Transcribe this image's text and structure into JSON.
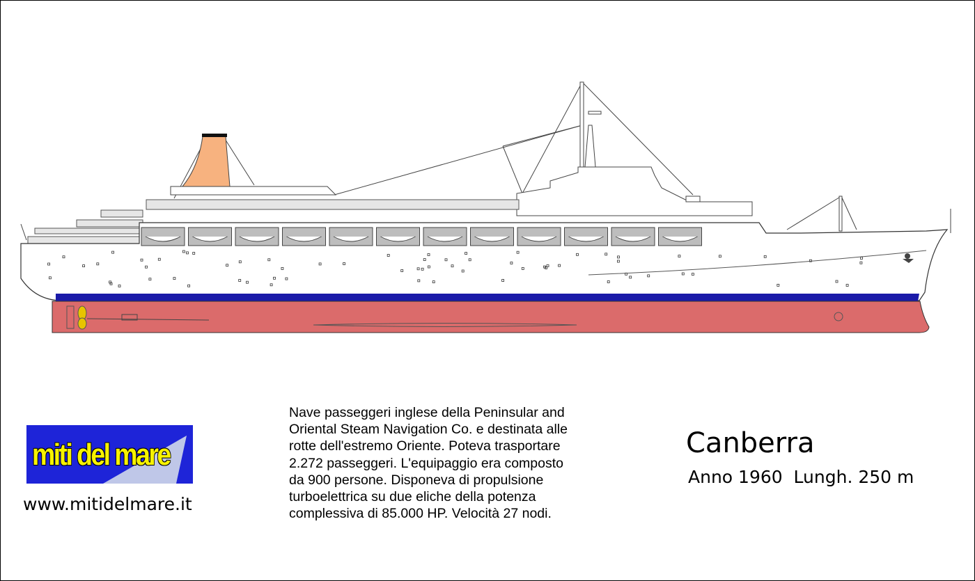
{
  "logo": {
    "text": "miti del mare"
  },
  "website": "www.mitidelmare.it",
  "description_lines": [
    "Nave passeggeri inglese della Peninsular and",
    "Oriental Steam Navigation Co. e destinata alle",
    "rotte dell'estremo Oriente. Poteva trasportare",
    "2.272 passeggeri. L'equipaggio era composto",
    "da 900 persone. Disponeva di propulsione",
    "turboelettrica su due eliche della potenza",
    "complessiva di 85.000 HP. Velocità 27 nodi."
  ],
  "ship": {
    "name": "Canberra",
    "info": "Anno 1960  Lungh. 250 m"
  },
  "colors": {
    "hull_bottom": "#db6b6b",
    "boot_stripe": "#1a1aa8",
    "funnel": "#f7b27f",
    "superstructure": "#ffffff",
    "logo_background": "#1e24d8",
    "logo_text": "#f7f200"
  }
}
